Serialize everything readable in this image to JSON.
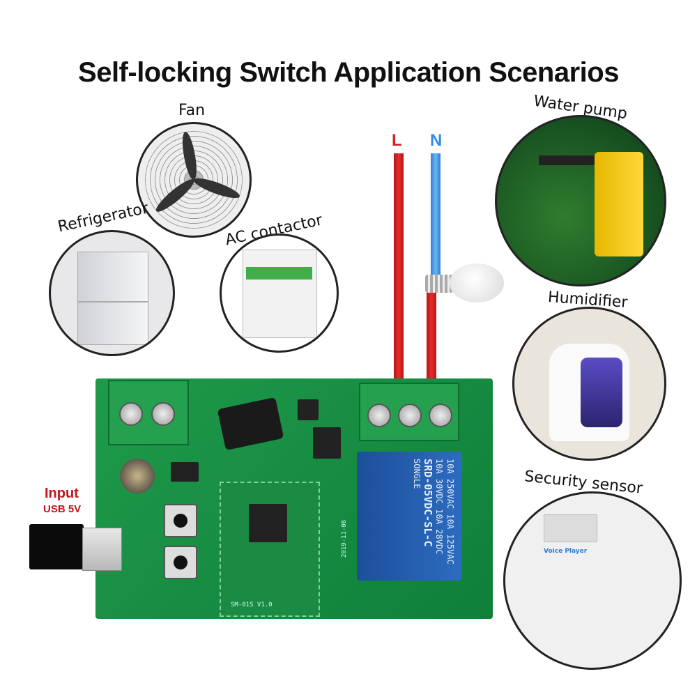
{
  "title": "Self-locking Switch Application Scenarios",
  "scenarios": [
    {
      "label": "Fan"
    },
    {
      "label": "Refrigerator"
    },
    {
      "label": "AC contactor"
    },
    {
      "label": "Water pump"
    },
    {
      "label": "Humidifier"
    },
    {
      "label": "Security sensor"
    }
  ],
  "wires": {
    "live": {
      "label": "L",
      "color": "#d42020"
    },
    "neutral": {
      "label": "N",
      "color": "#2f8ee0"
    }
  },
  "input": {
    "label": "Input",
    "sublabel": "USB 5V",
    "color": "#c0171c"
  },
  "relay": {
    "brand": "SONGLE",
    "ratings": [
      "10A 250VAC  10A 125VAC",
      "10A 30VDC  10A 28VDC"
    ],
    "model": "SRD-05VDC-SL-C"
  },
  "board": {
    "module_label": "SM-01S V1.0",
    "date_label": "2019-11-08"
  },
  "sensor_device_text": "Voice Player"
}
